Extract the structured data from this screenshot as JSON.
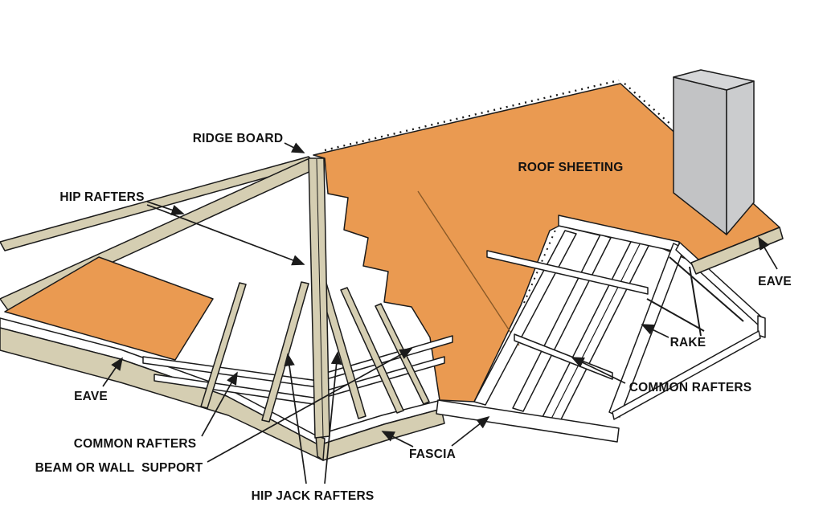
{
  "diagram": {
    "title_hint": "Roof framing parts diagram",
    "background": "#ffffff",
    "colors": {
      "sheeting_orange": "#EA9A51",
      "lumber_beige": "#D5CEB2",
      "lumber_beige_dark": "#C4BC9E",
      "board_white": "#FFFFFF",
      "chimney_front": "#C2C3C5",
      "chimney_side": "#CBCCCE",
      "chimney_top": "#D5D6D8",
      "outline": "#1B1B1B"
    },
    "labels": [
      {
        "id": "ridge-board",
        "text": "RIDGE BOARD"
      },
      {
        "id": "hip-rafters",
        "text": "HIP RAFTERS"
      },
      {
        "id": "roof-sheeting",
        "text": "ROOF SHEETING"
      },
      {
        "id": "eave-right",
        "text": "EAVE"
      },
      {
        "id": "rake",
        "text": "RAKE"
      },
      {
        "id": "common-rafters-right",
        "text": "COMMON RAFTERS"
      },
      {
        "id": "fascia",
        "text": "FASCIA"
      },
      {
        "id": "eave-left",
        "text": "EAVE"
      },
      {
        "id": "common-rafters-left",
        "text": "COMMON RAFTERS"
      },
      {
        "id": "beam-or-wall-support",
        "text": "BEAM OR WALL  SUPPORT"
      },
      {
        "id": "hip-jack-rafters",
        "text": "HIP JACK RAFTERS"
      }
    ]
  }
}
